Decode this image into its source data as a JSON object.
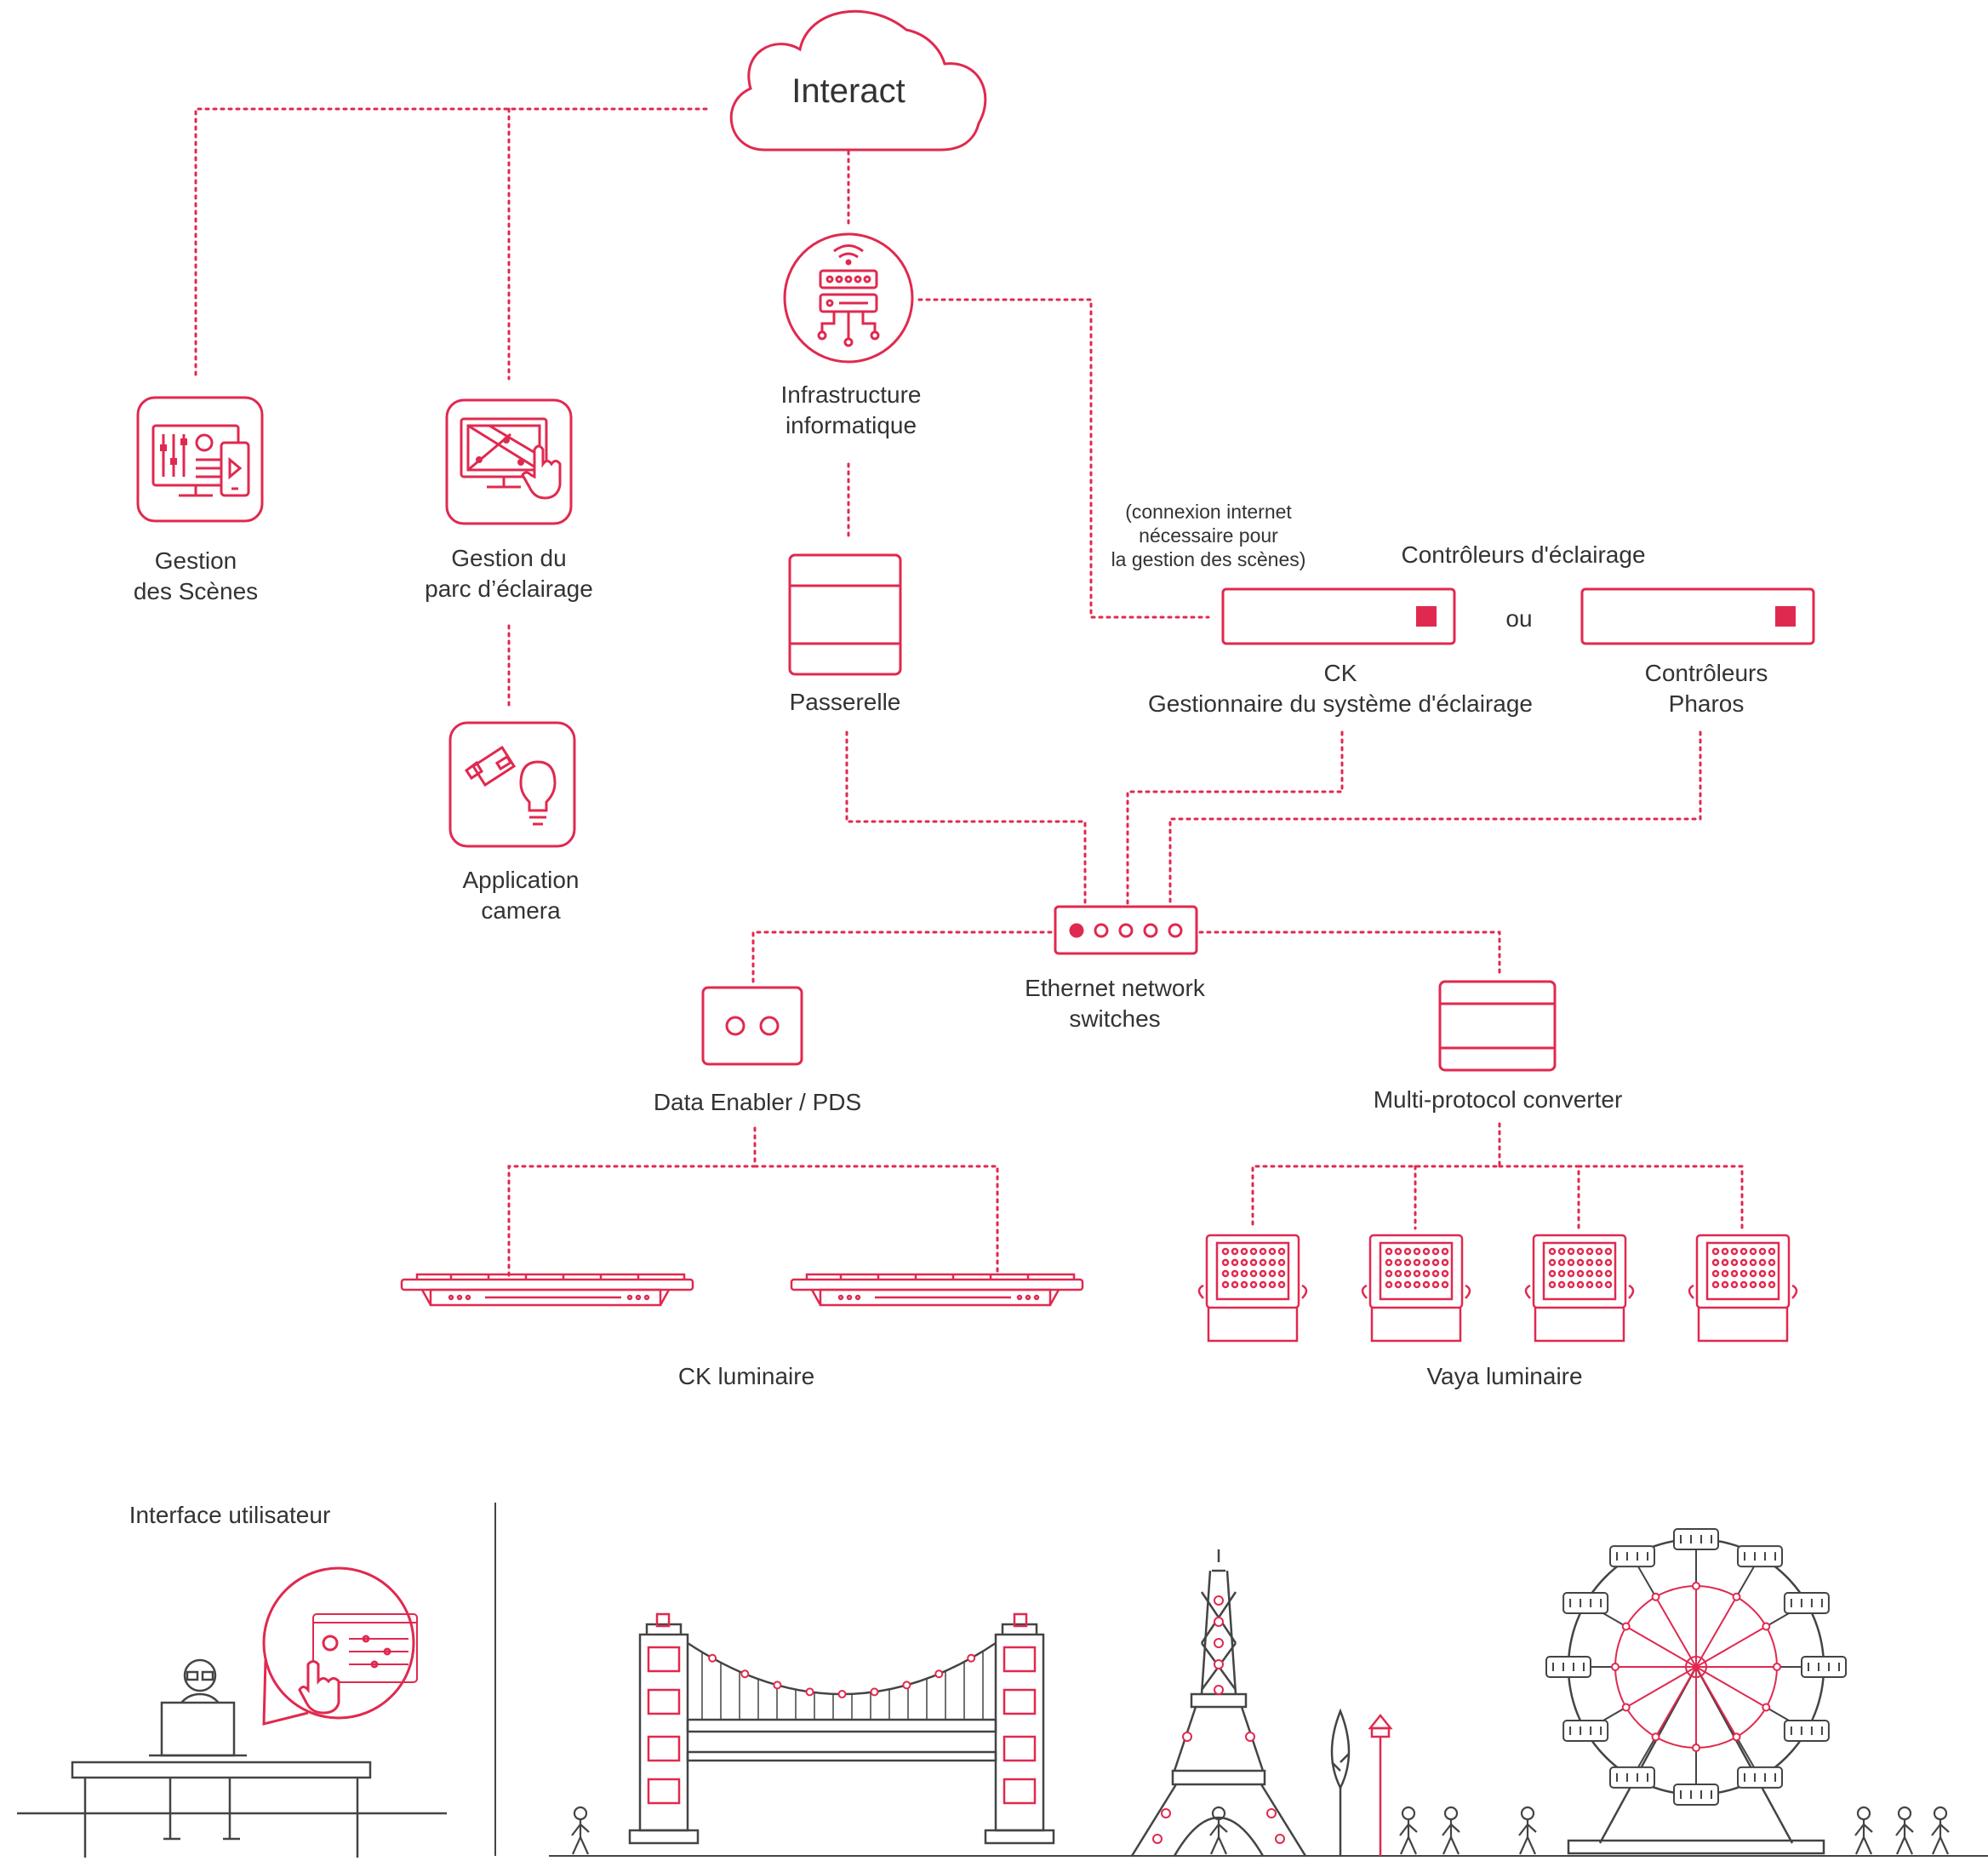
{
  "colors": {
    "accent": "#e0294f",
    "ink": "#333333",
    "line": "#444444"
  },
  "cloud": {
    "label": "Interact"
  },
  "nodes": {
    "infra": {
      "line1": "Infrastructure",
      "line2": "informatique",
      "icon": "server-network-icon"
    },
    "scenes": {
      "line1": "Gestion",
      "line2": "des Scènes",
      "icon": "monitor-sliders-icon"
    },
    "parc": {
      "line1": "Gestion du",
      "line2": "parc d’éclairage",
      "icon": "map-monitor-touch-icon"
    },
    "camera": {
      "line1": "Application",
      "line2": "camera",
      "icon": "camera-bulb-icon"
    },
    "passerelle": {
      "label": "Passerelle"
    },
    "note": {
      "line1": "(connexion internet",
      "line2": "nécessaire pour",
      "line3": "la gestion des scènes)"
    },
    "controllers_title": "Contrôleurs d'éclairage",
    "or": "ou",
    "ck": {
      "line1": "CK",
      "line2": "Gestionnaire du système d'éclairage"
    },
    "pharos": {
      "line1": "Contrôleurs",
      "line2": "Pharos"
    },
    "switch": {
      "line1": "Ethernet network",
      "line2": "switches"
    },
    "data_enabler": {
      "label": "Data Enabler / PDS"
    },
    "converter": {
      "label": "Multi-protocol converter"
    },
    "ck_luminaire": {
      "label": "CK luminaire"
    },
    "vaya_luminaire": {
      "label": "Vaya luminaire"
    }
  },
  "bottom": {
    "ui_label": "Interface utilisateur"
  }
}
